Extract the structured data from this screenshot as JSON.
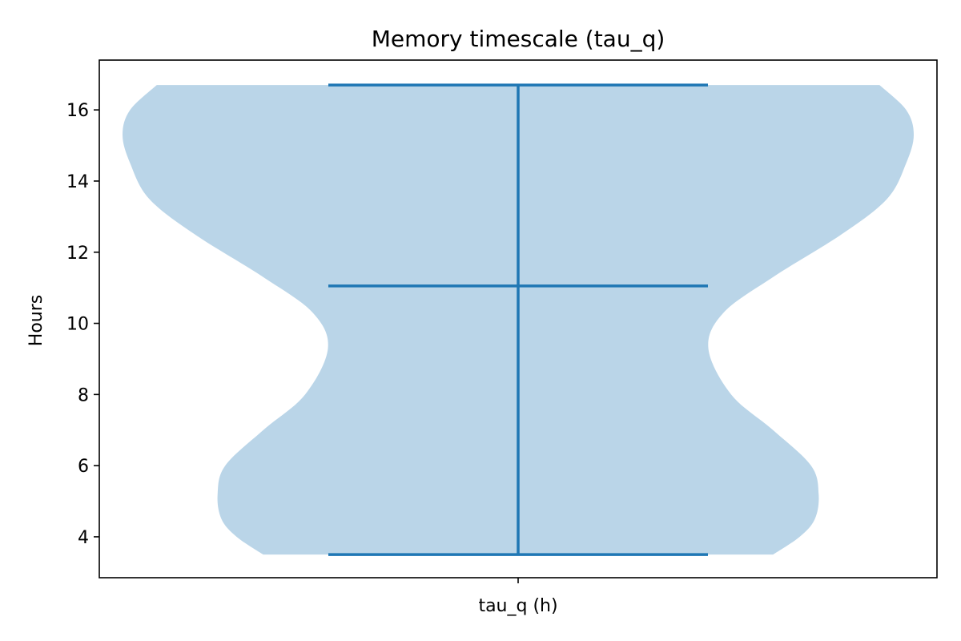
{
  "chart_data": {
    "type": "violin",
    "title": "Memory timescale (tau_q)",
    "xlabel": "",
    "ylabel": "Hours",
    "categories": [
      "tau_q (h)"
    ],
    "ylim": [
      2.85,
      17.4
    ],
    "yticks": [
      4,
      6,
      8,
      10,
      12,
      14,
      16
    ],
    "grid": false,
    "series": [
      {
        "category": "tau_q (h)",
        "min": 3.5,
        "max": 16.7,
        "median": 11.05,
        "density_profile": [
          {
            "y": 3.5,
            "w": 0.67
          },
          {
            "y": 4.0,
            "w": 0.74
          },
          {
            "y": 4.5,
            "w": 0.78
          },
          {
            "y": 5.2,
            "w": 0.79
          },
          {
            "y": 6.0,
            "w": 0.77
          },
          {
            "y": 7.0,
            "w": 0.67
          },
          {
            "y": 8.0,
            "w": 0.56
          },
          {
            "y": 9.3,
            "w": 0.5
          },
          {
            "y": 10.3,
            "w": 0.54
          },
          {
            "y": 11.3,
            "w": 0.67
          },
          {
            "y": 12.5,
            "w": 0.85
          },
          {
            "y": 13.5,
            "w": 0.97
          },
          {
            "y": 14.5,
            "w": 1.02
          },
          {
            "y": 15.3,
            "w": 1.04
          },
          {
            "y": 16.0,
            "w": 1.02
          },
          {
            "y": 16.7,
            "w": 0.95
          }
        ]
      }
    ],
    "colors": {
      "body": "#bad5e8",
      "stats": "#1f77b4",
      "axis": "#000000"
    }
  }
}
